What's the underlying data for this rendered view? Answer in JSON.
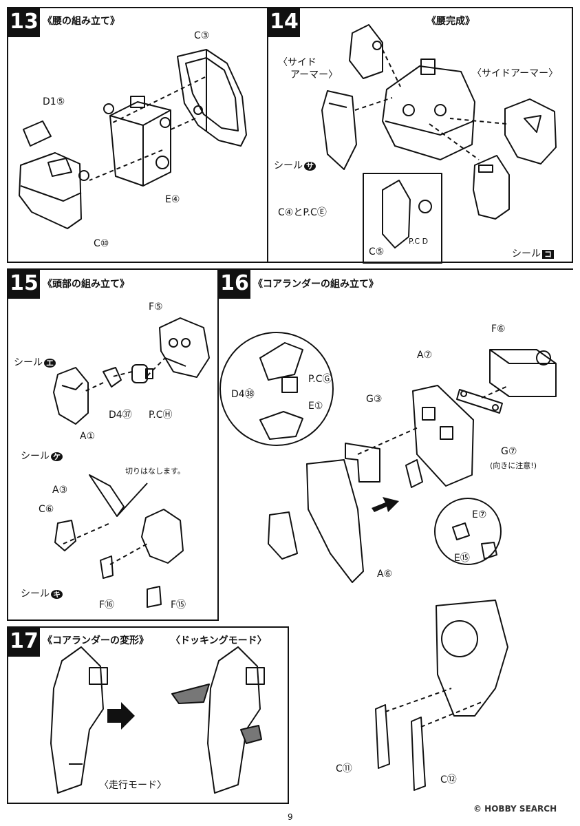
{
  "steps": [
    {
      "num": "13",
      "title": "《腰の組み立て》"
    },
    {
      "num": "14",
      "title": "《腰完成》"
    },
    {
      "num": "15",
      "title": "《頭部の組み立て》"
    },
    {
      "num": "16",
      "title": "《コアランダーの組み立て》"
    },
    {
      "num": "17",
      "title": "《コアランダーの変形》"
    }
  ],
  "step13": {
    "labels": [
      "C③",
      "D1⑤",
      "E④",
      "C⑩"
    ]
  },
  "step14": {
    "labels": [
      "〈サイド",
      "アーマー〉",
      "〈サイドアーマー〉",
      "シール",
      "C④とP.CⒺ",
      "P.C D",
      "C⑤",
      "シール"
    ],
    "seal_sa": "サ",
    "seal_ko": "コ"
  },
  "step15": {
    "labels": [
      "F⑤",
      "シール",
      "D4㊲",
      "P.CⒽ",
      "A①",
      "シール",
      "切りはなします。",
      "A③",
      "C⑥",
      "シール",
      "F⑯",
      "F⑮"
    ],
    "seal_e": "エ",
    "seal_ke": "ケ",
    "seal_ki": "キ"
  },
  "step16": {
    "labels": [
      "F⑥",
      "A⑦",
      "D4㊳",
      "P.CⒼ",
      "E①",
      "G③",
      "G⑦",
      "(向きに注意!)",
      "E⑦",
      "E⑮",
      "A⑥"
    ]
  },
  "step17": {
    "mode_docking": "〈ドッキングモード〉",
    "mode_run": "〈走行モード〉"
  },
  "extra": {
    "labels": [
      "C⑪",
      "C⑫"
    ]
  },
  "footer": {
    "page": "9",
    "watermark": "© HOBBY SEARCH"
  }
}
